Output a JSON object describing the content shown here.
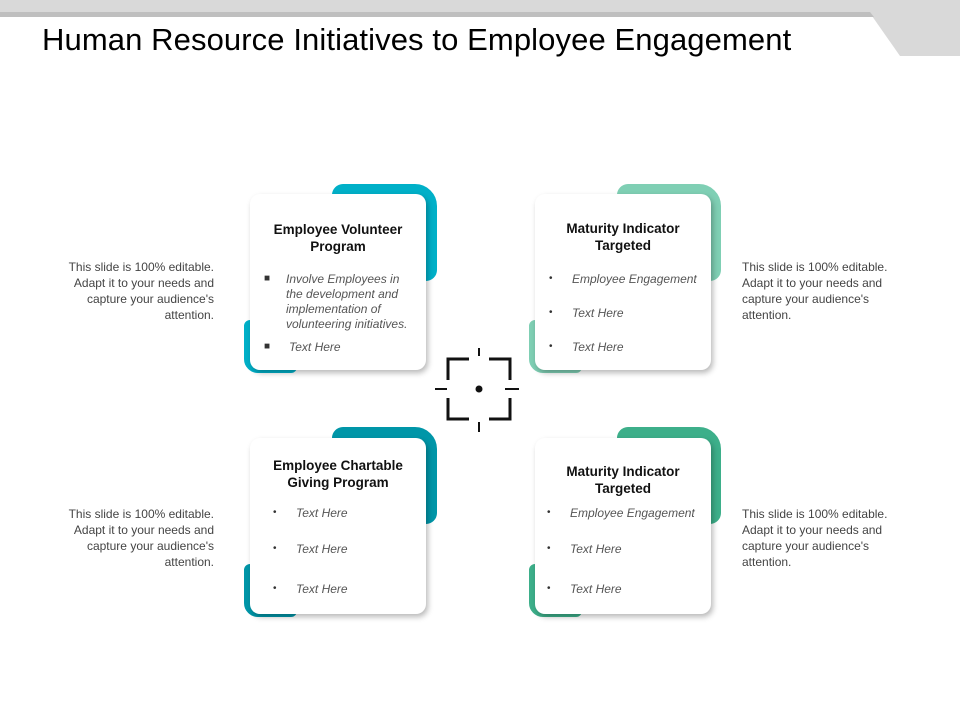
{
  "title": "Human Resource Initiatives to Employee Engagement",
  "colors": {
    "header_bar": "#d9d9d9",
    "teal_blue": "#00b0c8",
    "mint": "#7fcfb4",
    "dark_teal": "#0096a8",
    "green": "#3daf8a",
    "focus_icon": "#111111"
  },
  "center_icon": "focus-target-icon",
  "cards": [
    {
      "title": "Employee Volunteer Program",
      "bullets": [
        "Involve Employees in the development and implementation of volunteering initiatives.",
        "Text Here"
      ]
    },
    {
      "title": "Maturity Indicator Targeted",
      "bullets": [
        "Employee Engagement",
        "Text Here",
        "Text Here"
      ]
    },
    {
      "title": "Employee Chartable Giving Program",
      "bullets": [
        "Text Here",
        "Text Here",
        "Text Here"
      ]
    },
    {
      "title": "Maturity Indicator Targeted",
      "bullets": [
        "Employee Engagement",
        "Text Here",
        "Text Here"
      ]
    }
  ],
  "side_texts": [
    "This slide is 100% editable. Adapt it to your needs and capture your audience's attention.",
    "This slide is 100% editable. Adapt it to your needs and capture your audience's attention.",
    "This slide is 100% editable. Adapt it to your needs and capture your audience's attention.",
    "This slide is 100% editable. Adapt it to your needs and capture your audience's attention."
  ]
}
